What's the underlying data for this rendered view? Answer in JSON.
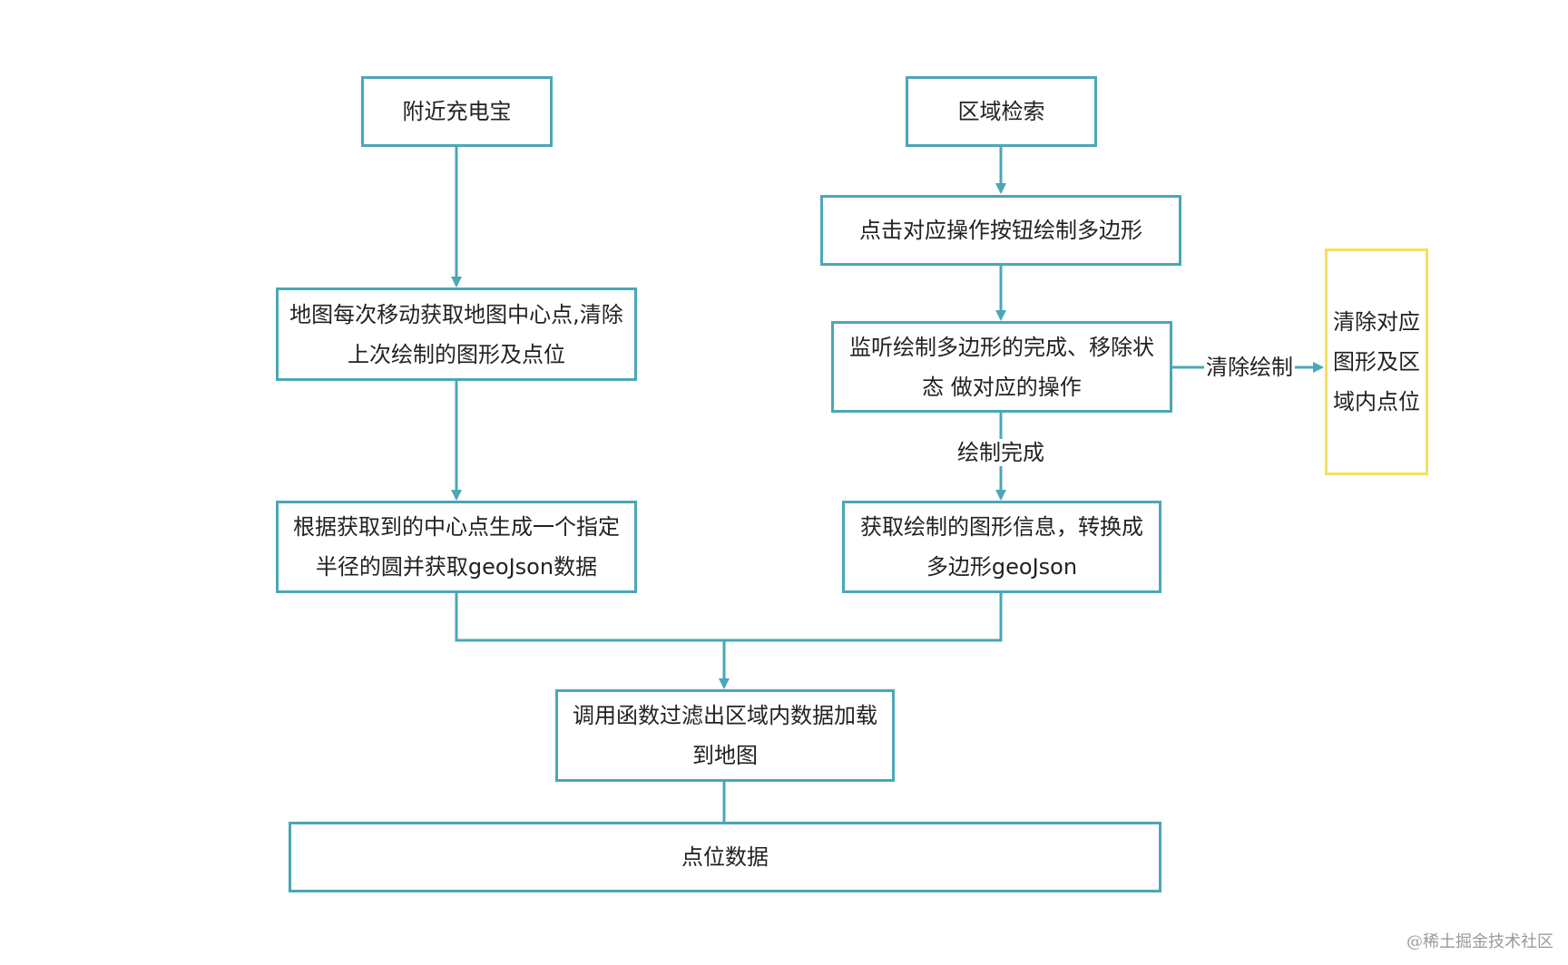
{
  "nodes": {
    "nearby": "附近充电宝",
    "area_search": "区域检索",
    "click_draw": "点击对应操作按钮绘制多边形",
    "map_move": "地图每次移动获取地图中心点,清除上次绘制的图形及点位",
    "listen_draw": "监听绘制多边形的完成、移除状态 做对应的操作",
    "clear_shapes": "清除对应图形及区域内点位",
    "circle_geojson": "根据获取到的中心点生成一个指定半径的圆并获取geoJson数据",
    "polygon_geojson": "获取绘制的图形信息，转换成多边形geoJson",
    "filter_load": "调用函数过滤出区域内数据加载到地图",
    "point_data": "点位数据"
  },
  "edge_labels": {
    "clear_draw": "清除绘制",
    "draw_complete": "绘制完成"
  },
  "colors": {
    "stroke": "#4aa7b6",
    "highlight": "#f2e15e"
  },
  "watermark": "@稀土掘金技术社区"
}
